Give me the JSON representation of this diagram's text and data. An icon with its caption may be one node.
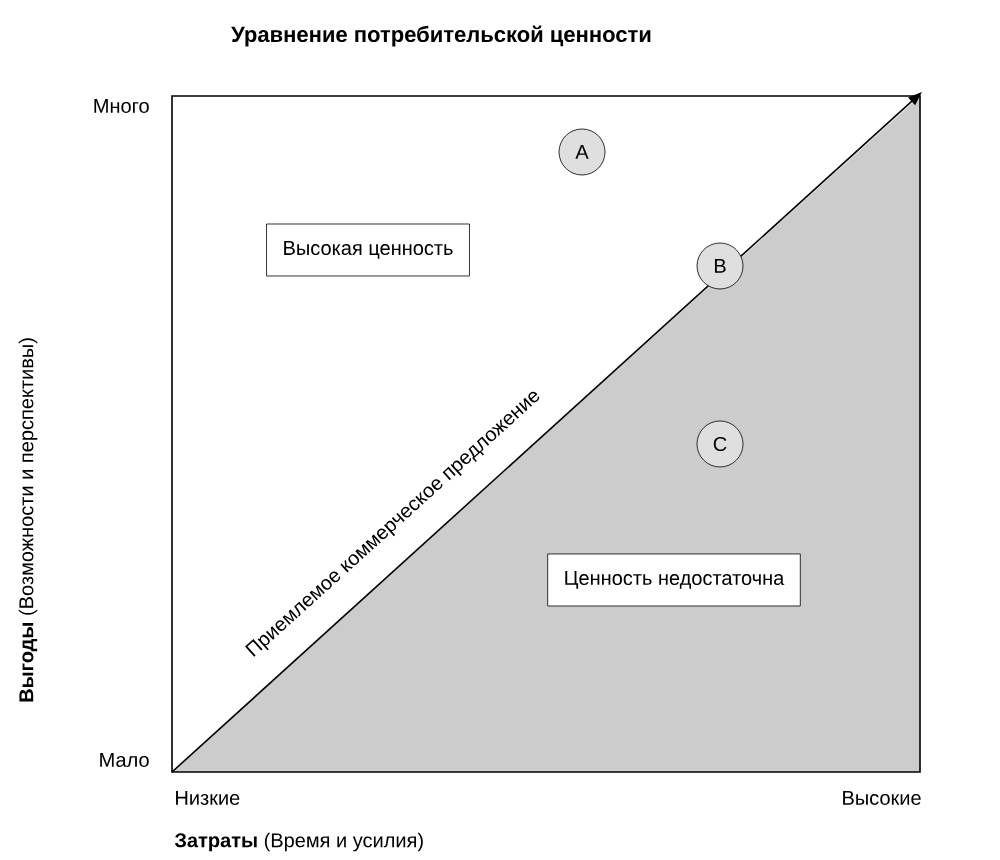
{
  "diagram": {
    "title": "Уравнение потребительской ценности",
    "nodes": [
      {
        "text": [
          "A"
        ]
      },
      {
        "text": [
          "B"
        ]
      },
      {
        "text": [
          "C"
        ]
      },
      {
        "text": [
          "Высокая ценность"
        ]
      },
      {
        "text": [
          "Ценность недостаточна"
        ]
      }
    ],
    "labels": [
      "Много",
      "Приемлемое коммерческое предложение",
      "**Выгоды** (Возможности и перспективы)",
      "Мало",
      "Низкие",
      "Высокие",
      "**Затраты** (Время и усилия)"
    ]
  }
}
